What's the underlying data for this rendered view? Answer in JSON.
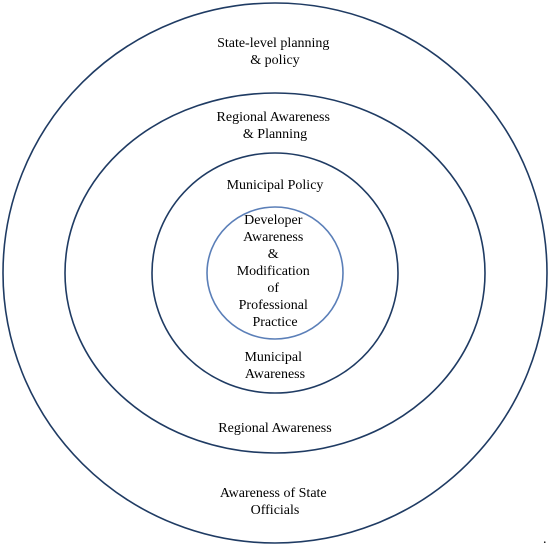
{
  "diagram": {
    "rings": [
      {
        "id": "state",
        "top_label": [
          "State-level  planning",
          "& policy"
        ],
        "bottom_label": [
          "Awareness of State",
          "Officials"
        ]
      },
      {
        "id": "regional",
        "top_label": [
          "Regional Awareness",
          "& Planning"
        ],
        "bottom_label": [
          "Regional Awareness"
        ]
      },
      {
        "id": "municipal",
        "top_label": [
          "Municipal Policy"
        ],
        "bottom_label": [
          "Municipal",
          "Awareness"
        ]
      },
      {
        "id": "developer",
        "center_label": [
          "Developer",
          "Awareness",
          "&",
          "Modification",
          "of",
          "Professional",
          "Practice"
        ]
      }
    ],
    "trailing_mark": "."
  }
}
